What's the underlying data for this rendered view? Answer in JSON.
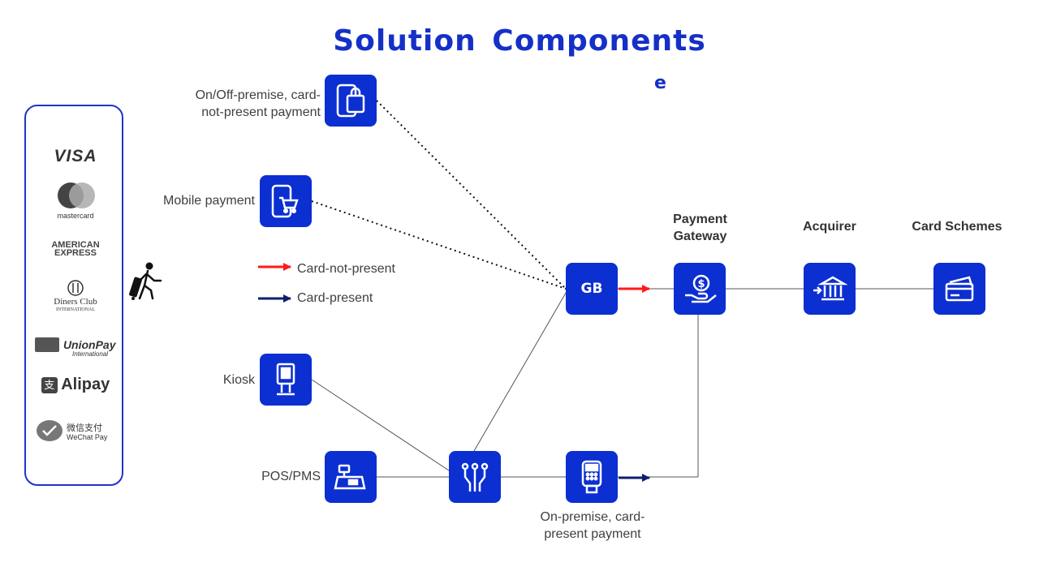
{
  "title": "Solution Components",
  "stray_text": "e",
  "labels": {
    "on_off_premise": "On/Off-premise, card-\nnot-present payment",
    "mobile": "Mobile payment",
    "kiosk": "Kiosk",
    "pos": "POS/PMS",
    "on_premise": "On-premise, card-\npresent payment",
    "gateway_node": "GB"
  },
  "headers": {
    "payment_gateway": "Payment\nGateway",
    "acquirer": "Acquirer",
    "card_schemes": "Card Schemes"
  },
  "legend": {
    "card_not_present": "Card-not-present",
    "card_present": "Card-present",
    "card_not_present_color": "#ff1a1a",
    "card_present_color": "#0d1f6e"
  },
  "payment_methods": {
    "visa": "VISA",
    "mastercard": "mastercard",
    "amex": "AMERICAN\nEXPRESS",
    "diners": "Diners Club",
    "diners_sub": "INTERNATIONAL",
    "unionpay": "UnionPay",
    "unionpay_sub": "International",
    "alipay": "Alipay",
    "wechat_cn": "微信支付",
    "wechat": "WeChat Pay"
  },
  "colors": {
    "accent": "#0b2fd1",
    "title": "#1530c8"
  }
}
